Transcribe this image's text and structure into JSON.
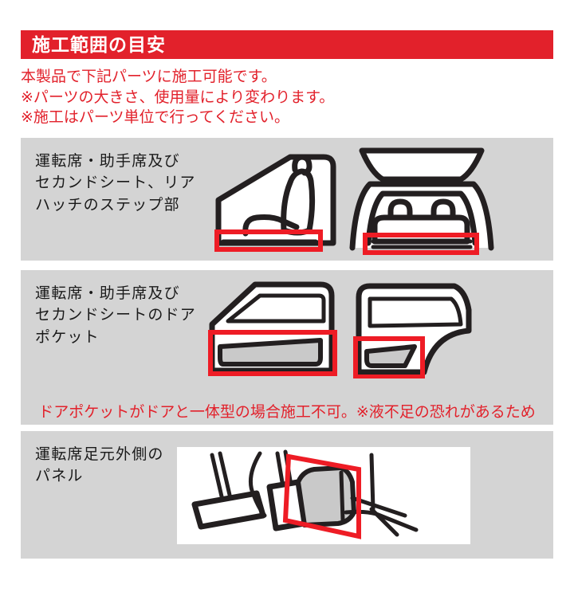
{
  "header": {
    "title": "施工範囲の目安",
    "banner_color": "#e2212b"
  },
  "intro": {
    "line1": "本製品で下記パーツに施工可能です。",
    "line2": "※パーツの大きさ、使用量により変わります。",
    "line3": "※施工はパーツ単位で行ってください。",
    "text_color": "#e2212b"
  },
  "panels": [
    {
      "id": "panel-front-seat-step",
      "label_line1": "運転席・助手席及び",
      "label_line2": "セカンドシート、リア",
      "label_line3": "ハッチのステップ部",
      "illustrations": [
        {
          "name": "car-seat-side-view-illustration",
          "highlight": "step-sill-red-box"
        },
        {
          "name": "rear-hatch-seat-illustration",
          "highlight": "rear-step-red-box"
        }
      ]
    },
    {
      "id": "panel-door-pocket",
      "label_line1": "運転席・助手席及び",
      "label_line2": "セカンドシートのドア",
      "label_line3": "ポケット",
      "illustrations": [
        {
          "name": "front-door-illustration",
          "highlight": "front-door-pocket-red-box"
        },
        {
          "name": "rear-door-illustration",
          "highlight": "rear-door-pocket-red-box"
        }
      ]
    },
    {
      "id": "panel-footwell-panel",
      "label_line1": "運転席足元外側の",
      "label_line2": "パネル",
      "label_line3": "",
      "illustrations": [
        {
          "name": "driver-footwell-panel-illustration",
          "highlight": "kick-panel-red-box"
        }
      ]
    }
  ],
  "warning": {
    "text": "ドアポケットがドアと一体型の場合施工不可。※液不足の恐れがあるため",
    "text_color": "#e2212b"
  },
  "colors": {
    "panel_background": "#d4d4d4",
    "highlight_red": "#ee1c25",
    "ink": "#231f20",
    "part_gray": "#c9c9c9"
  }
}
